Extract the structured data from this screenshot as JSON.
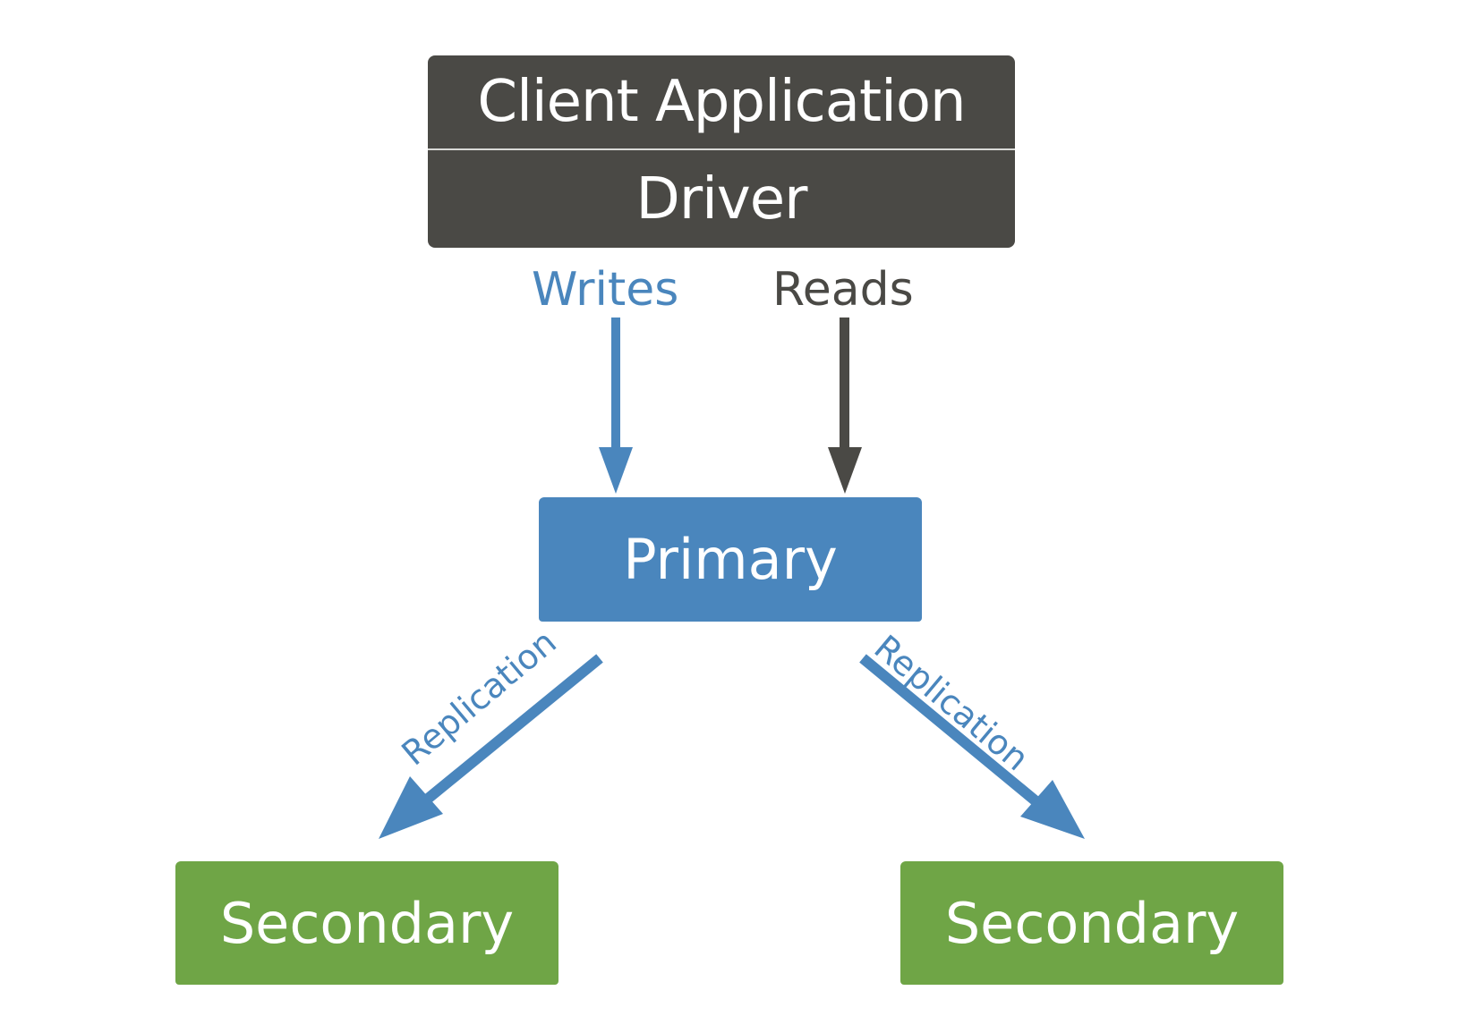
{
  "diagram": {
    "client": {
      "title": "Client Application",
      "subtitle": "Driver"
    },
    "writes_label": "Writes",
    "reads_label": "Reads",
    "primary": "Primary",
    "replication_left": "Replication",
    "replication_right": "Replication",
    "secondary_left": "Secondary",
    "secondary_right": "Secondary",
    "colors": {
      "client": "#4a4945",
      "primary": "#4a86bd",
      "secondary": "#6fa546",
      "writes": "#4a86bd",
      "reads": "#4a4945"
    }
  }
}
